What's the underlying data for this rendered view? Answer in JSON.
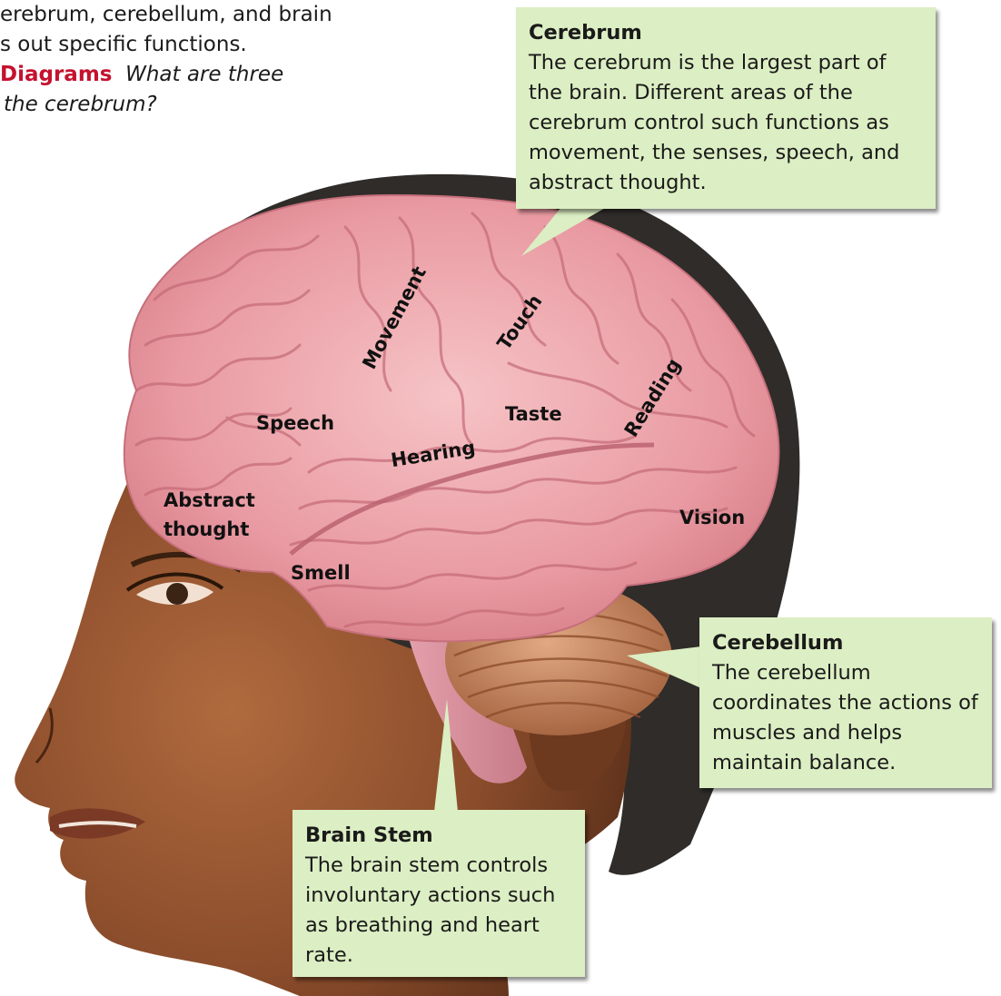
{
  "caption": {
    "line1": "erebrum, cerebellum, and brain",
    "line2": "s out specific functions.",
    "highlight": "Diagrams",
    "question_line1": "What are three",
    "question_line2": "the cerebrum?"
  },
  "callouts": {
    "cerebrum": {
      "title": "Cerebrum",
      "body": "The cerebrum is the largest part of the brain. Different areas of the cerebrum control such functions as movement, the senses, speech, and abstract thought."
    },
    "cerebellum": {
      "title": "Cerebellum",
      "body": "The cerebellum coordinates the actions of muscles and helps maintain balance."
    },
    "brain_stem": {
      "title": "Brain Stem",
      "body": "The brain stem controls involuntary actions such as breathing and heart rate."
    }
  },
  "regions": {
    "movement": "Movement",
    "touch": "Touch",
    "reading": "Reading",
    "speech": "Speech",
    "taste": "Taste",
    "hearing": "Hearing",
    "abstract_thought_line1": "Abstract",
    "abstract_thought_line2": "thought",
    "vision": "Vision",
    "smell": "Smell"
  },
  "colors": {
    "callout_fill": "#dceec3",
    "brain_pink": "#eaa2a8",
    "cerebellum_tan": "#c98a66",
    "skin": "#7a4426",
    "hair": "#2f2c29",
    "highlight_red": "#c4122f"
  }
}
